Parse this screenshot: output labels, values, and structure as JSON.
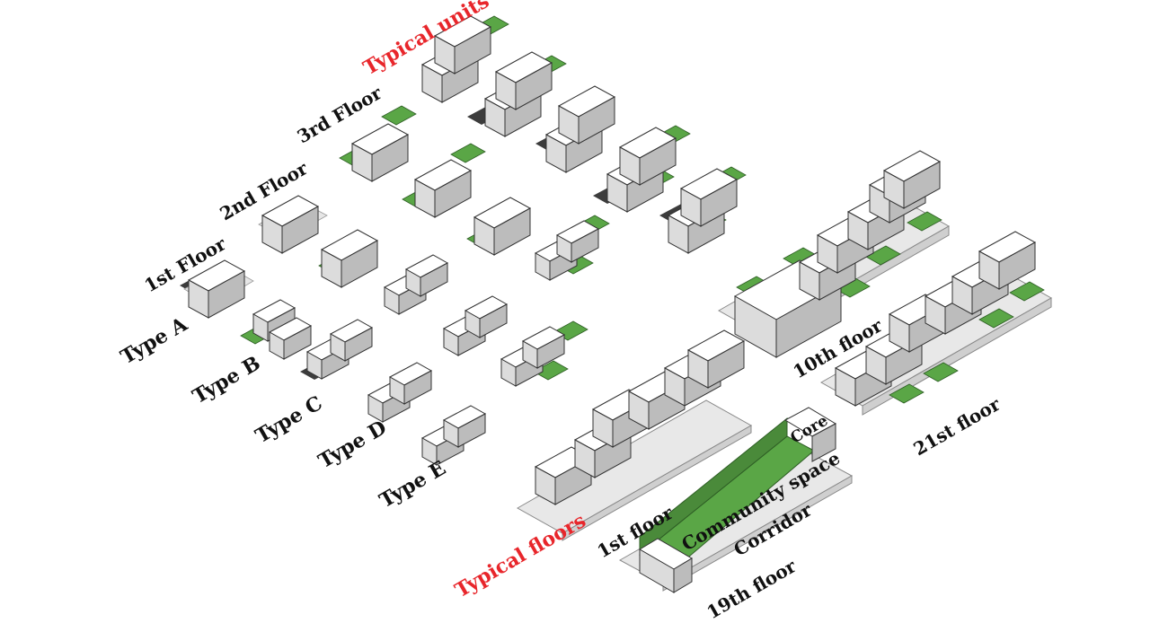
{
  "headings": {
    "typical_units": "Typical units",
    "typical_floors": "Typical floors"
  },
  "floor_labels": [
    "1st Floor",
    "2nd Floor",
    "3rd Floor"
  ],
  "type_labels": [
    "Type A",
    "Type B",
    "Type C",
    "Type D",
    "Type E"
  ],
  "plan_labels": {
    "first_floor": "1st floor",
    "tenth_floor": "10th floor",
    "nineteenth_floor": "19th floor",
    "twentyfirst_floor": "21st floor"
  },
  "zone_labels": {
    "core": "Core",
    "community_space": "Community space",
    "corridor": "Corridor"
  },
  "colors": {
    "green": "#5aa646",
    "red": "#e8262b",
    "top": "#ffffff",
    "left": "#d9d9d9",
    "right": "#bdbdbd",
    "shadow": "#3a3a3a",
    "base": "#e6e6e6"
  }
}
